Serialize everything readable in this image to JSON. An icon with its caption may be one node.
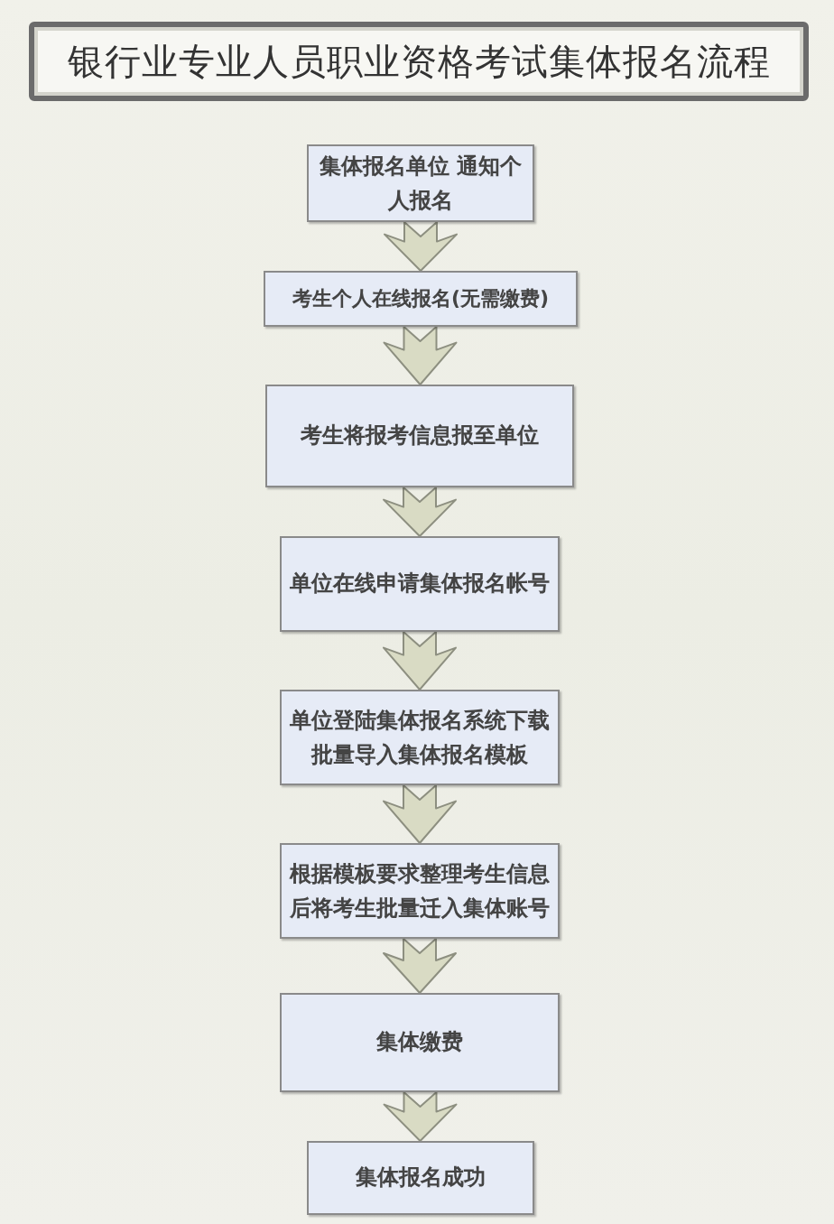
{
  "diagram": {
    "title": "银行业专业人员职业资格考试集体报名流程",
    "nodes": [
      {
        "text": [
          "集体报名单位 通知个人报名"
        ]
      },
      {
        "text": [
          "考生个人在线报名(无需缴费)"
        ]
      },
      {
        "text": [
          "考生将报考信息报至单位"
        ]
      },
      {
        "text": [
          "单位在线申请集体报名帐号"
        ]
      },
      {
        "text": [
          "单位登陆集体报名系统下载批量导入集体报名模板"
        ]
      },
      {
        "text": [
          "根据模板要求整理考生信息后将考生批量迁入集体账号"
        ]
      },
      {
        "text": [
          "集体缴费"
        ]
      },
      {
        "text": [
          "集体报名成功"
        ]
      }
    ],
    "edges": [
      {
        "from": 0,
        "to": 1,
        "arrow": "to"
      },
      {
        "from": 1,
        "to": 2,
        "arrow": "to"
      },
      {
        "from": 2,
        "to": 3,
        "arrow": "to"
      },
      {
        "from": 3,
        "to": 4,
        "arrow": "to"
      },
      {
        "from": 4,
        "to": 5,
        "arrow": "to"
      },
      {
        "from": 5,
        "to": 6,
        "arrow": "to"
      },
      {
        "from": 6,
        "to": 7,
        "arrow": "to"
      }
    ]
  }
}
